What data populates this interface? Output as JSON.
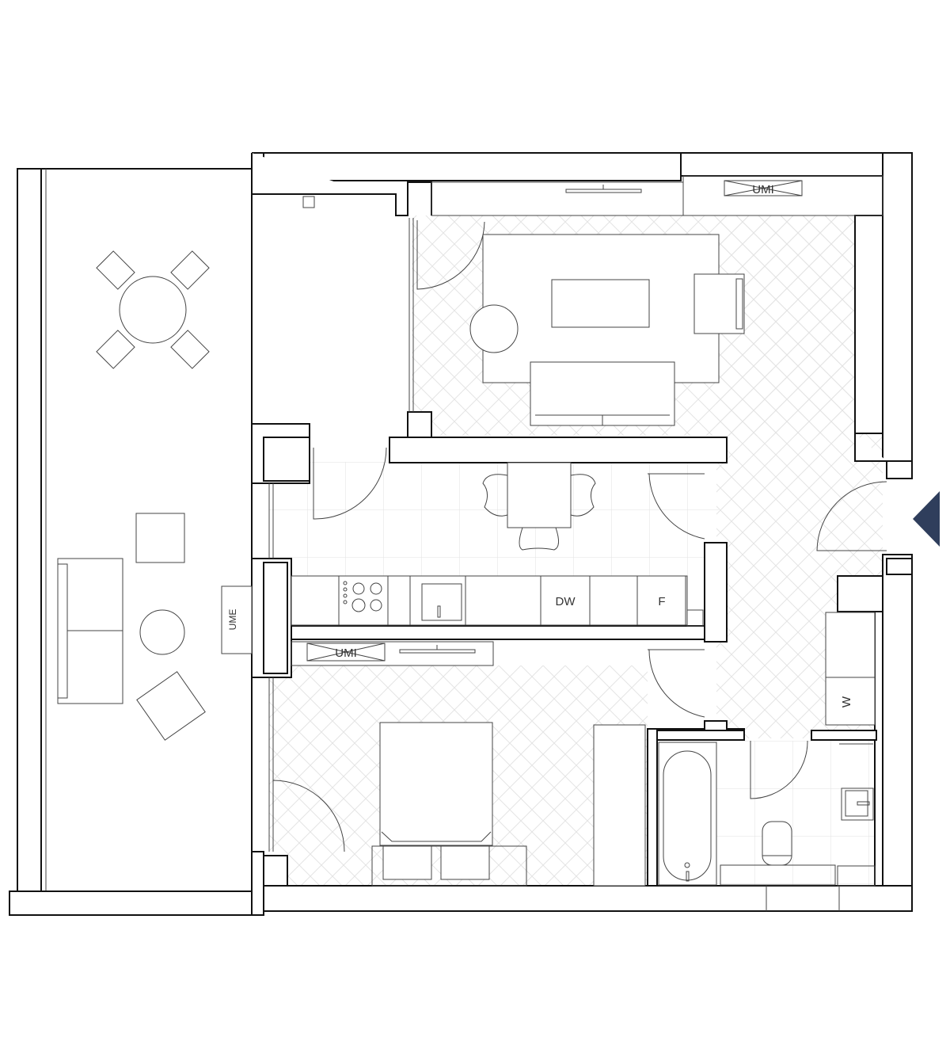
{
  "plan": {
    "labels": {
      "umi_living": "UMI",
      "umi_bedroom": "UMI",
      "ume_balcony": "UME",
      "dishwasher": "DW",
      "fridge": "F",
      "washer": "W"
    },
    "entry_marker_color": "#2f3e5c"
  }
}
